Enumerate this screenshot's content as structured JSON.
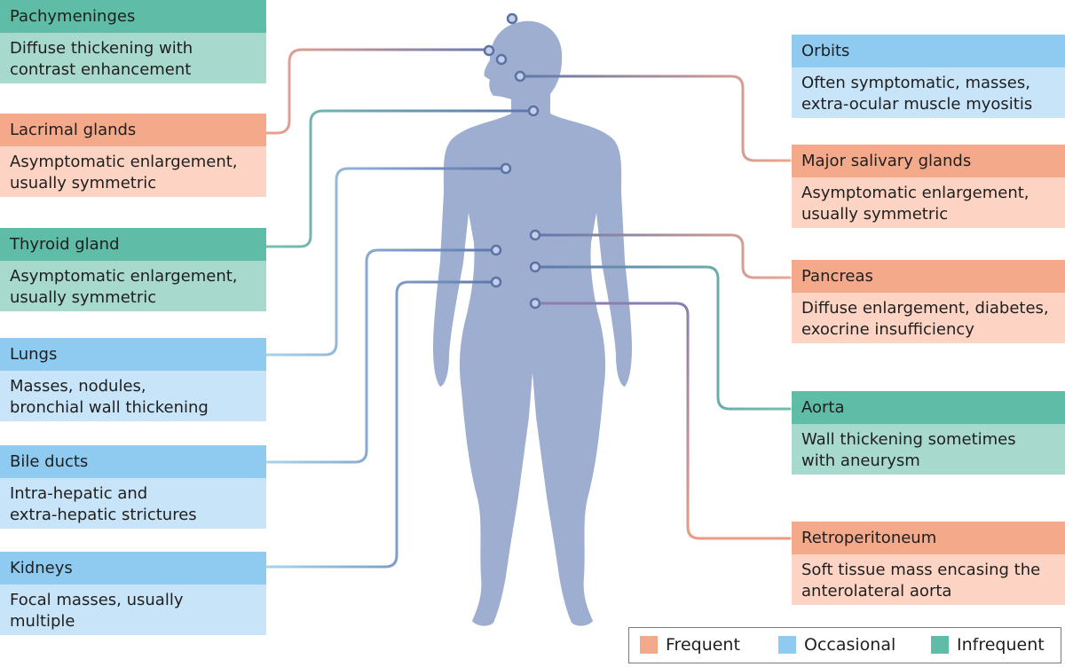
{
  "colors": {
    "frequent_header": "#f4a98a",
    "frequent_body": "#fdd4c4",
    "occasional_header": "#8fcbf1",
    "occasional_body": "#c8e4f8",
    "infrequent_header": "#5fbca6",
    "infrequent_body": "#a8d9cd",
    "body_silhouette": "#9daed0",
    "connector_dark": "#5f78ad"
  },
  "organs": {
    "pachymeninges": {
      "title": "Pachymeninges",
      "line1": "Diffuse thickening with",
      "line2": "contrast enhancement",
      "frequency": "infrequent"
    },
    "lacrimal": {
      "title": "Lacrimal glands",
      "line1": "Asymptomatic enlargement,",
      "line2": "usually symmetric",
      "frequency": "frequent"
    },
    "thyroid": {
      "title": "Thyroid gland",
      "line1": "Asymptomatic enlargement,",
      "line2": "usually symmetric",
      "frequency": "infrequent"
    },
    "lungs": {
      "title": "Lungs",
      "line1": "Masses, nodules,",
      "line2": "bronchial wall thickening",
      "frequency": "occasional"
    },
    "bile": {
      "title": "Bile ducts",
      "line1": "Intra-hepatic and",
      "line2": "extra-hepatic strictures",
      "frequency": "occasional"
    },
    "kidneys": {
      "title": "Kidneys",
      "line1": "Focal masses, usually",
      "line2": "multiple",
      "frequency": "occasional"
    },
    "orbits": {
      "title": "Orbits",
      "line1": "Often symptomatic, masses,",
      "line2": "extra-ocular muscle myositis",
      "frequency": "occasional"
    },
    "salivary": {
      "title": "Major salivary glands",
      "line1": "Asymptomatic enlargement,",
      "line2": "usually symmetric",
      "frequency": "frequent"
    },
    "pancreas": {
      "title": "Pancreas",
      "line1": "Diffuse enlargement, diabetes,",
      "line2": "exocrine insufficiency",
      "frequency": "frequent"
    },
    "aorta": {
      "title": "Aorta",
      "line1": "Wall thickening sometimes",
      "line2": "with aneurysm",
      "frequency": "infrequent"
    },
    "retro": {
      "title": "Retroperitoneum",
      "line1": "Soft tissue mass encasing the",
      "line2": "anterolateral aorta",
      "frequency": "frequent"
    }
  },
  "legend": {
    "frequent": "Frequent",
    "occasional": "Occasional",
    "infrequent": "Infrequent"
  }
}
